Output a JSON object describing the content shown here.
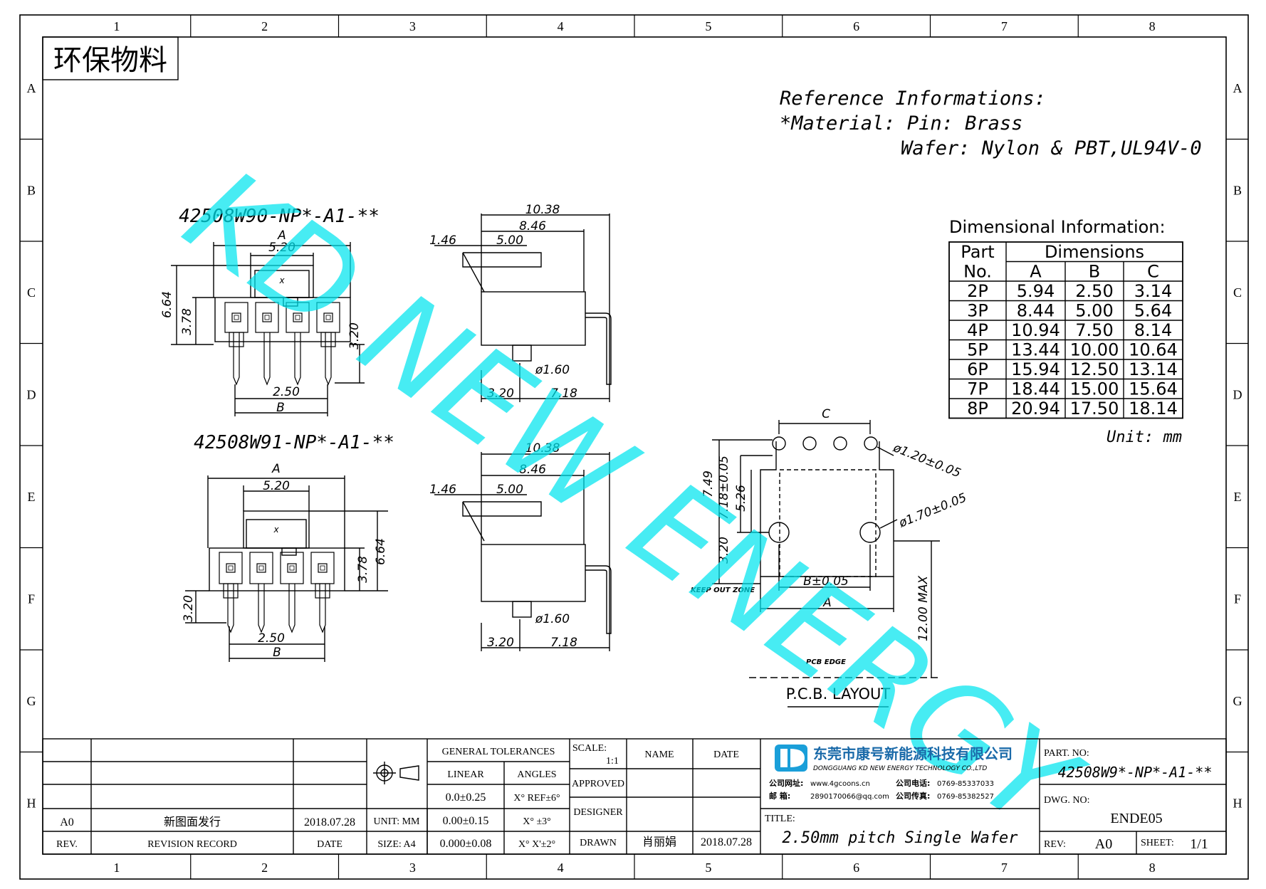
{
  "frame": {
    "columns": [
      "1",
      "2",
      "3",
      "4",
      "5",
      "6",
      "7",
      "8"
    ],
    "rows": [
      "A",
      "B",
      "C",
      "D",
      "E",
      "F",
      "G",
      "H"
    ]
  },
  "eco_label": "环保物料",
  "watermark": "KD NEW ENERGY",
  "reference": {
    "title": "Reference Informations:",
    "material": "*Material: Pin: Brass",
    "wafer": "Wafer: Nylon & PBT,UL94V-0"
  },
  "dimensional_table": {
    "title": "Dimensional Information:",
    "part_header_1": "Part",
    "part_header_2": "No.",
    "dims_header": "Dimensions",
    "columns": [
      "A",
      "B",
      "C"
    ],
    "rows": [
      {
        "part": "2P",
        "a": "5.94",
        "b": "2.50",
        "c": "3.14"
      },
      {
        "part": "3P",
        "a": "8.44",
        "b": "5.00",
        "c": "5.64"
      },
      {
        "part": "4P",
        "a": "10.94",
        "b": "7.50",
        "c": "8.14"
      },
      {
        "part": "5P",
        "a": "13.44",
        "b": "10.00",
        "c": "10.64"
      },
      {
        "part": "6P",
        "a": "15.94",
        "b": "12.50",
        "c": "13.14"
      },
      {
        "part": "7P",
        "a": "18.44",
        "b": "15.00",
        "c": "15.64"
      },
      {
        "part": "8P",
        "a": "20.94",
        "b": "17.50",
        "c": "18.14"
      }
    ],
    "unit": "Unit: mm"
  },
  "views": {
    "top_title": "42508W90-NP*-A1-**",
    "bottom_title": "42508W91-NP*-A1-**",
    "dims": {
      "a": "A",
      "b": "B",
      "c": "C",
      "pitch_520": "5.20",
      "h664": "6.64",
      "h378": "3.78",
      "h320": "3.20",
      "pitch_250": "2.50",
      "w1038": "10.38",
      "w846": "8.46",
      "w146": "1.46",
      "w500": "5.00",
      "w320": "3.20",
      "w718": "7.18",
      "dia160": "ø1.60",
      "x": "x"
    }
  },
  "pcb": {
    "title": "P.C.B. LAYOUT",
    "keepout": "KEEP OUT ZONE",
    "edge": "PCB EDGE",
    "hole_small": "ø1.20±0.05",
    "hole_big": "ø1.70±0.05",
    "d749": "7.49",
    "d718": "7.18±0.05",
    "d526": "5.26",
    "d320": "3.20",
    "bdim": "B±0.05",
    "adim": "A",
    "cdim": "C",
    "d1200": "12.00 MAX"
  },
  "title_block": {
    "rev_a0": "A0",
    "rev_desc": "新图面发行",
    "rev_date": "2018.07.28",
    "rev_label": "REV.",
    "revision_record": "REVISION RECORD",
    "date_label": "DATE",
    "unit": "UNIT: MM",
    "size": "SIZE: A4",
    "general_tolerances": "GENERAL TOLERANCES",
    "linear": "LINEAR",
    "angles": "ANGLES",
    "tol1": "0.0±0.25",
    "tol2": "0.00±0.15",
    "tol3": "0.000±0.08",
    "ang1": "X° REF±6°",
    "ang2": "X° ±3°",
    "ang3": "X° X'±2°",
    "scale_label": "SCALE:",
    "scale_value": "1:1",
    "approved": "APPROVED",
    "designer": "DESIGNER",
    "drawn": "DRAWN",
    "name_label": "NAME",
    "date2_label": "DATE",
    "drawn_name": "肖丽娟",
    "drawn_date": "2018.07.28",
    "company_cn": "东莞市康号新能源科技有限公司",
    "company_en": "DONGGUANG KD NEW ENERGY TECHNOLOGY CO.,LTD",
    "web_label": "公司网址:",
    "web_value": "www.4gcoons.cn",
    "phone_label": "公司电话:",
    "phone_value": "0769-85337033",
    "mail_label": "邮  箱:",
    "mail_value": "2890170066@qq.com",
    "fax_label": "公司传真:",
    "fax_value": "0769-85382527",
    "title_label": "TITLE:",
    "title_value": "2.50mm pitch Single Wafer",
    "part_no_label": "PART. NO:",
    "part_no_value": "42508W9*-NP*-A1-**",
    "dwg_no_label": "DWG. NO:",
    "dwg_no_value": "ENDE05",
    "rev2_label": "REV:",
    "rev2_value": "A0",
    "sheet_label": "SHEET:",
    "sheet_value": "1/1"
  }
}
